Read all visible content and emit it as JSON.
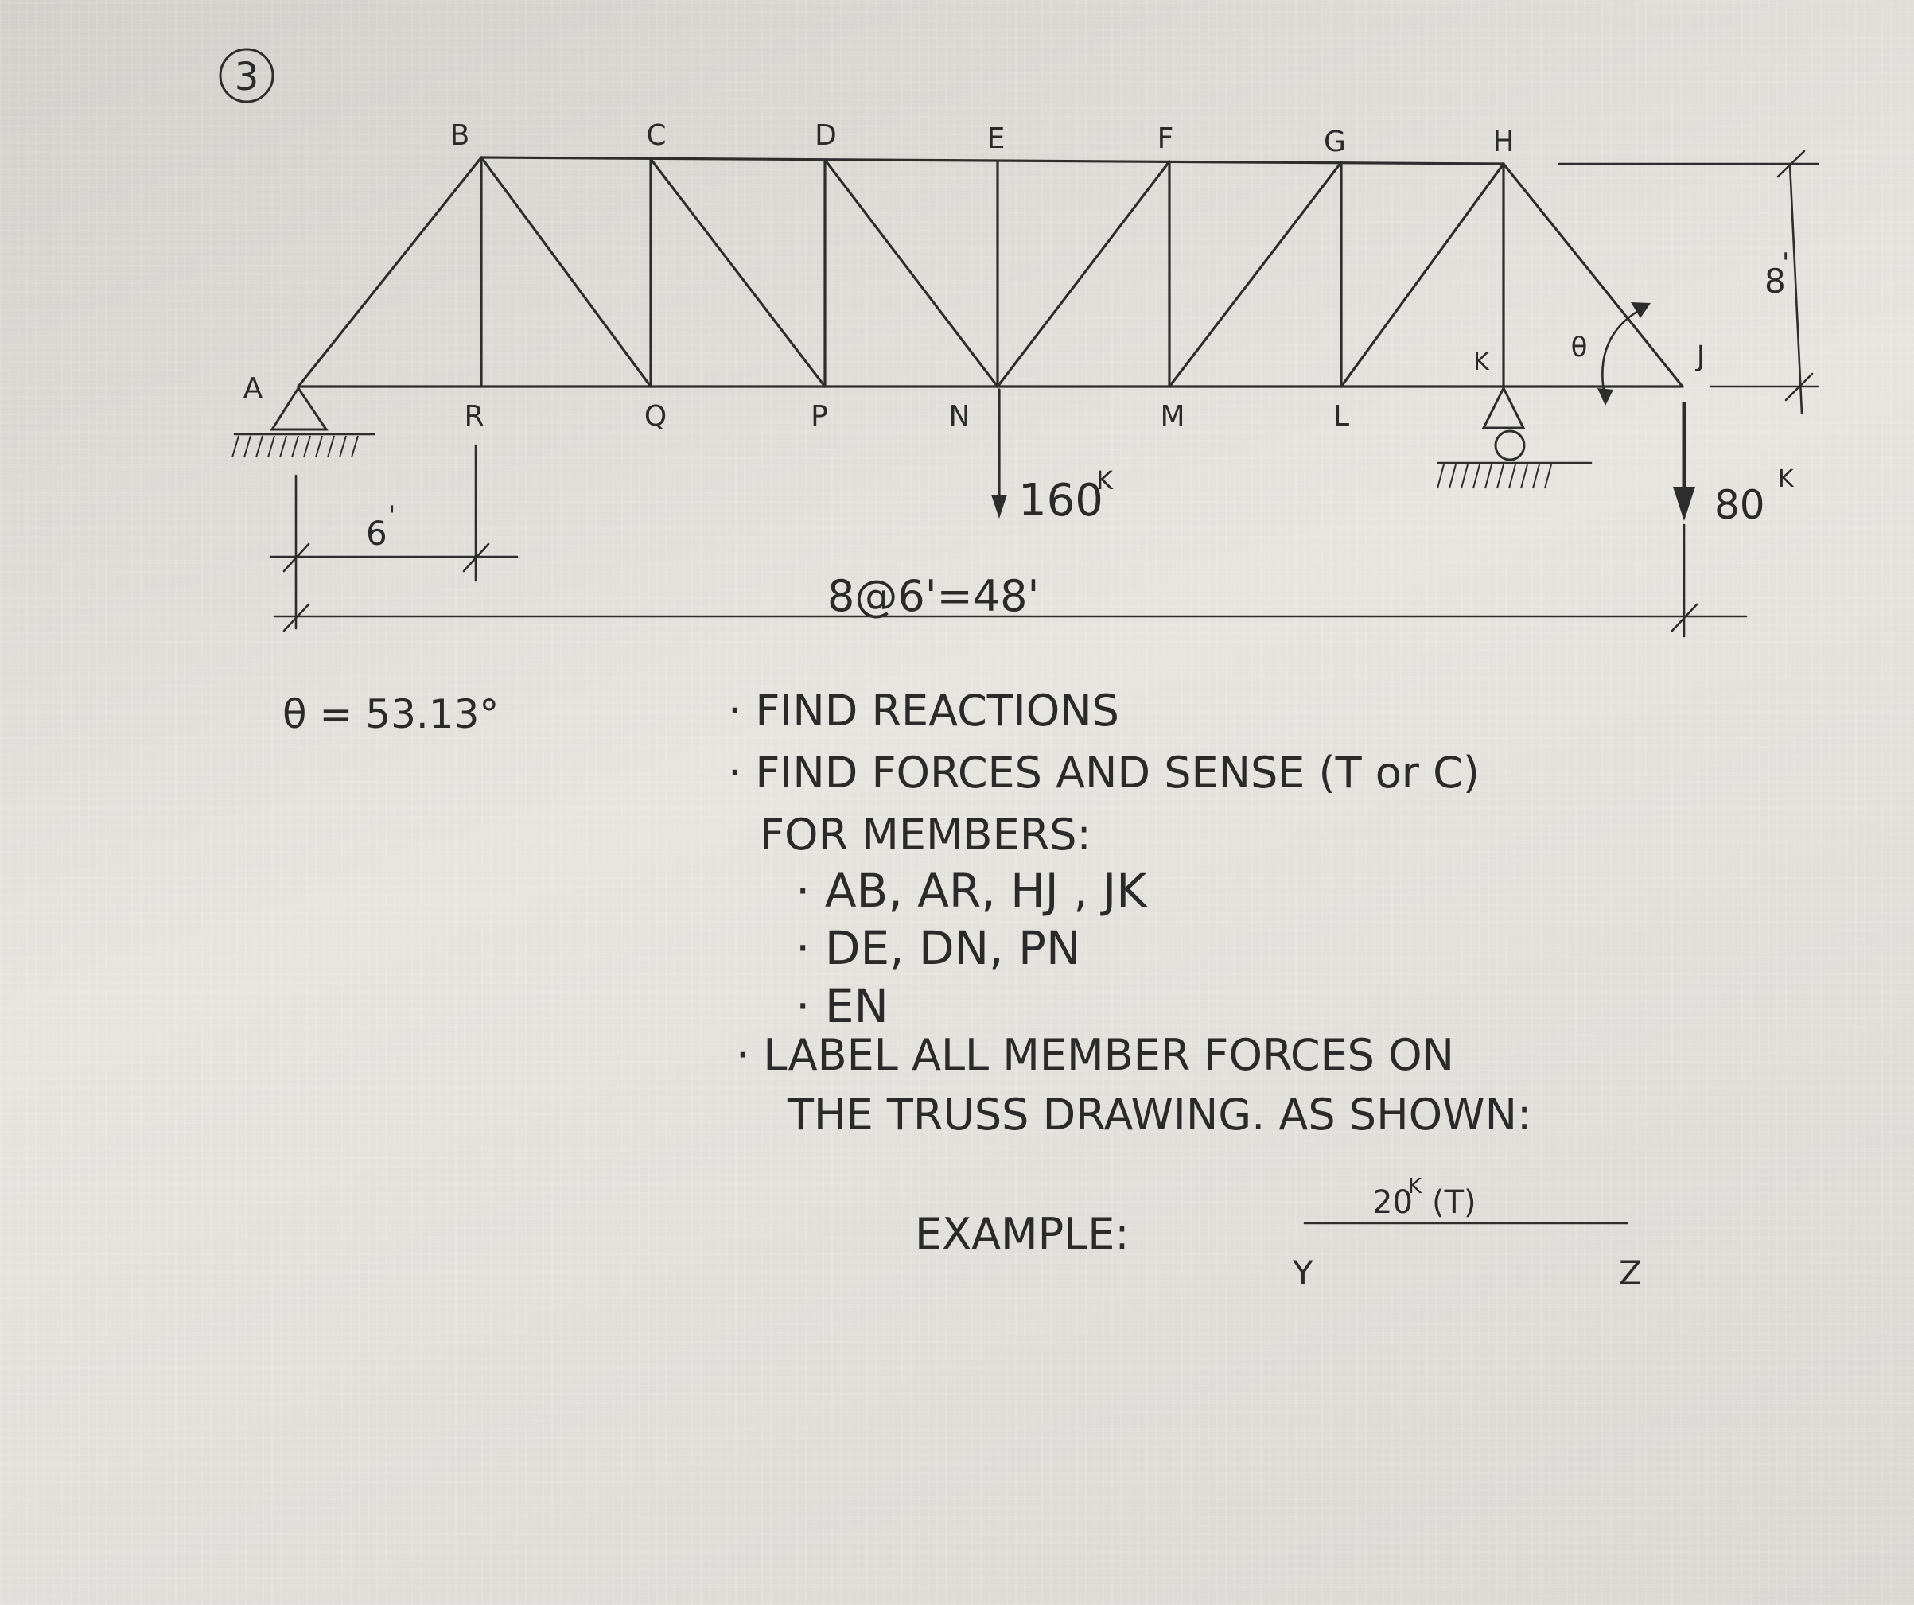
{
  "problem_number": "3",
  "nodes": {
    "top": [
      "B",
      "C",
      "D",
      "E",
      "F",
      "G",
      "H"
    ],
    "bottom_left": "A",
    "bottom": [
      "R",
      "Q",
      "P",
      "N",
      "M",
      "L",
      "K"
    ],
    "bottom_right": "J"
  },
  "loads": {
    "at_N": "160",
    "at_N_unit": "K",
    "at_J": "80",
    "at_J_unit": "K"
  },
  "dimensions": {
    "height": "8",
    "height_unit": "'",
    "panel": "6",
    "panel_unit": "'",
    "span": "8@6'=48'",
    "span_unit": "'"
  },
  "angle_symbol": "θ",
  "angle_value": "θ = 53.13°",
  "instructions": {
    "line1": "· FIND  REACTIONS",
    "line2": "· FIND  FORCES  AND  SENSE (T or C)",
    "line3": "FOR  MEMBERS:",
    "line4": "· AB, AR,  HJ , JK",
    "line5": "· DE, DN, PN",
    "line6": "· EN",
    "line7": "· LABEL  ALL  MEMBER  FORCES  ON",
    "line8": "THE  TRUSS  DRAWING. AS  SHOWN:"
  },
  "example": {
    "label": "EXAMPLE:",
    "force": "20",
    "force_unit": "K",
    "sense": "(T)",
    "left_node": "Y",
    "right_node": "Z"
  }
}
